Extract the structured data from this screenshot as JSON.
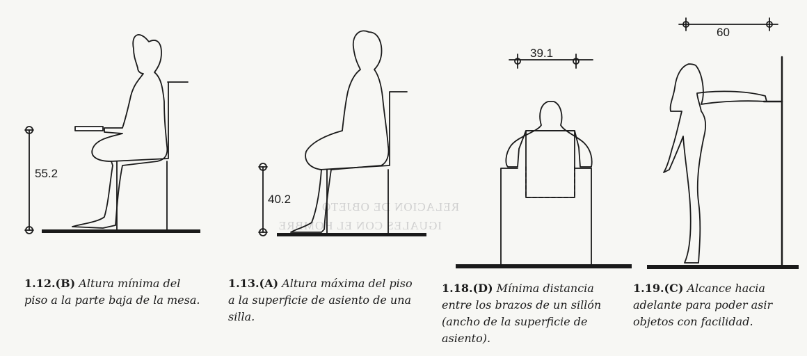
{
  "figures": [
    {
      "dimension": "55.2",
      "caption": {
        "number": "1.12.",
        "letter": "(B)",
        "text": " Altura mínima del piso a la parte baja de la mesa."
      }
    },
    {
      "dimension": "40.2",
      "caption": {
        "number": "1.13.",
        "letter": "(A)",
        "text": " Altura máxima del piso a la superficie de asiento de una silla."
      }
    },
    {
      "dimension": "39.1",
      "caption": {
        "number": "1.18.",
        "letter": "(D)",
        "text": " Mínima distancia entre los brazos de un sillón (ancho de la superficie de asiento)."
      }
    },
    {
      "dimension": "60",
      "caption": {
        "number": "1.19.",
        "letter": "(C)",
        "text": " Alcance hacia adelante para poder asir objetos con facilidad."
      }
    }
  ],
  "bleed_through": [
    "RELACION DE OBJETO",
    "IGUALES CON EL HOMBRE"
  ]
}
